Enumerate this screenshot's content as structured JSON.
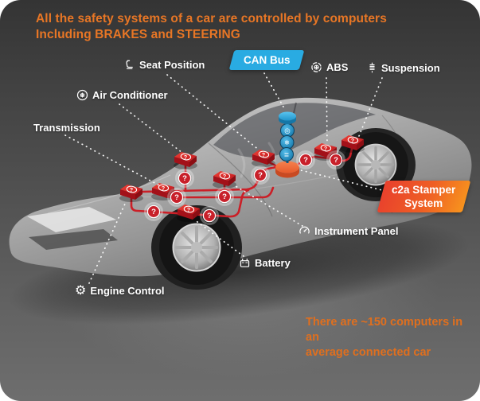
{
  "title": {
    "line1": "All the safety systems of a car are controlled by computers",
    "line2": "Including BRAKES and STEERING"
  },
  "note": {
    "line1": "There are ~150 computers in an",
    "line2": "average connected car"
  },
  "badges": {
    "can_bus": {
      "label": "CAN Bus"
    },
    "c2a": {
      "line1": "c2a Stamper",
      "line2": "System"
    }
  },
  "labels": {
    "seat_position": "Seat Position",
    "abs": "ABS",
    "suspension": "Suspension",
    "air_conditioner": "Air Conditioner",
    "transmission": "Transmission",
    "instrument_panel": "Instrument Panel",
    "battery": "Battery",
    "engine_control": "Engine Control"
  },
  "network": {
    "qmark": "?",
    "node_glyph": "?",
    "tower_glyphs": [
      "◎",
      "❄",
      "≣"
    ]
  },
  "icons": {
    "seat_position": "seat-icon",
    "abs": "abs-brake-icon",
    "suspension": "suspension-spring-icon",
    "air_conditioner": "snowflake-icon",
    "instrument_panel": "gauge-icon",
    "battery": "battery-icon",
    "engine_control": "gear-icon",
    "snowflake_glyph": "❄",
    "gear_glyph": "⚙"
  },
  "colors": {
    "accent_orange": "#e87625",
    "can_bus_blue": "#29abe2",
    "c2a_gradient_start": "#e8402d",
    "c2a_gradient_end": "#f7941e",
    "ecu_red": "#cb1f27",
    "background_dark": "#3a3a3a"
  }
}
